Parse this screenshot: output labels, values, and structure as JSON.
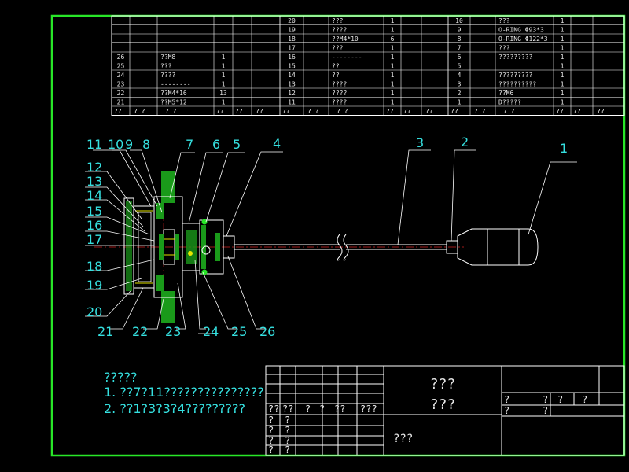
{
  "colors": {
    "background": "#000000",
    "frame": "#28e628",
    "lines": "#ffffff",
    "labels": "#35e0e0",
    "hatch": "#1a9a1a",
    "yellow": "#e6e600",
    "red": "#d22020"
  },
  "bom": {
    "rows_left": [
      {
        "no": "",
        "name": "",
        "qty": ""
      },
      {
        "no": "",
        "name": "",
        "qty": ""
      },
      {
        "no": "",
        "name": "",
        "qty": ""
      },
      {
        "no": "",
        "name": "",
        "qty": ""
      },
      {
        "no": "26",
        "name": "??M8",
        "qty": "1"
      },
      {
        "no": "25",
        "name": "???",
        "qty": "1"
      },
      {
        "no": "24",
        "name": "????",
        "qty": "1"
      },
      {
        "no": "23",
        "name": "--------",
        "qty": "1"
      },
      {
        "no": "22",
        "name": "??M4*16",
        "qty": "13"
      },
      {
        "no": "21",
        "name": "??M5*12",
        "qty": "1"
      }
    ],
    "rows_mid": [
      {
        "no": "20",
        "name": "???",
        "qty": "1"
      },
      {
        "no": "19",
        "name": "????",
        "qty": "1"
      },
      {
        "no": "18",
        "name": "??M4*10",
        "qty": "6"
      },
      {
        "no": "17",
        "name": "???",
        "qty": "1"
      },
      {
        "no": "16",
        "name": "--------",
        "qty": "1"
      },
      {
        "no": "15",
        "name": "??",
        "qty": "1"
      },
      {
        "no": "14",
        "name": "??",
        "qty": "1"
      },
      {
        "no": "13",
        "name": "????",
        "qty": "1"
      },
      {
        "no": "12",
        "name": "????",
        "qty": "1"
      },
      {
        "no": "11",
        "name": "????",
        "qty": "1"
      }
    ],
    "rows_right": [
      {
        "no": "10",
        "name": "???",
        "qty": "1"
      },
      {
        "no": "9",
        "name": "O-RING Φ93*3",
        "qty": "1"
      },
      {
        "no": "8",
        "name": "O-RING Φ122*3",
        "qty": "1"
      },
      {
        "no": "7",
        "name": "???",
        "qty": "1"
      },
      {
        "no": "6",
        "name": "?????????",
        "qty": "1"
      },
      {
        "no": "5",
        "name": "",
        "qty": "1"
      },
      {
        "no": "4",
        "name": "?????????",
        "qty": "1"
      },
      {
        "no": "3",
        "name": "??????????",
        "qty": "1"
      },
      {
        "no": "2",
        "name": "??M6",
        "qty": "1"
      },
      {
        "no": "1",
        "name": "D?????",
        "qty": "1"
      }
    ],
    "header": {
      "seq": "??",
      "code": "? ?",
      "name": "? ?",
      "qty": "??",
      "material": "??",
      "note": "??"
    }
  },
  "balloons": [
    {
      "n": "1"
    },
    {
      "n": "2"
    },
    {
      "n": "3"
    },
    {
      "n": "4"
    },
    {
      "n": "5"
    },
    {
      "n": "6"
    },
    {
      "n": "7"
    },
    {
      "n": "8"
    },
    {
      "n": "9"
    },
    {
      "n": "10"
    },
    {
      "n": "11"
    },
    {
      "n": "12"
    },
    {
      "n": "13"
    },
    {
      "n": "14"
    },
    {
      "n": "15"
    },
    {
      "n": "16"
    },
    {
      "n": "17"
    },
    {
      "n": "18"
    },
    {
      "n": "19"
    },
    {
      "n": "20"
    },
    {
      "n": "21"
    },
    {
      "n": "22"
    },
    {
      "n": "23"
    },
    {
      "n": "24"
    },
    {
      "n": "25"
    },
    {
      "n": "26"
    }
  ],
  "notes": {
    "title": "?????",
    "line1": "1. ??7?11???????????????",
    "line2": "2. ??1?3?3?4?????????"
  },
  "title_block": {
    "name_line1": "???",
    "name_line2": "???",
    "bottom_label": "???",
    "cells_row1": [
      "??",
      "??",
      "?",
      "?",
      "??",
      "???"
    ],
    "cells_col": [
      "?",
      "?",
      "?",
      "?",
      "?",
      "?",
      "?",
      "?"
    ],
    "right_cells": [
      "?",
      "?",
      "?",
      "?",
      "?",
      "?"
    ]
  }
}
